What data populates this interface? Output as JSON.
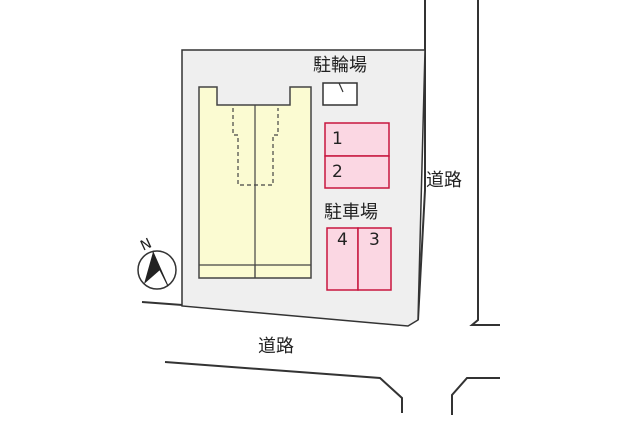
{
  "labels": {
    "bicycle_parking": "駐輪場",
    "car_parking": "駐車場",
    "road_right": "道路",
    "road_bottom": "道路",
    "north": "N"
  },
  "parking_spaces": [
    "1",
    "2",
    "4",
    "3"
  ],
  "colors": {
    "lot_fill": "#efefef",
    "building_fill": "#fbfbd2",
    "parking_fill": "#fbd7e3",
    "parking_stroke": "#c8163f",
    "line": "#333333"
  }
}
